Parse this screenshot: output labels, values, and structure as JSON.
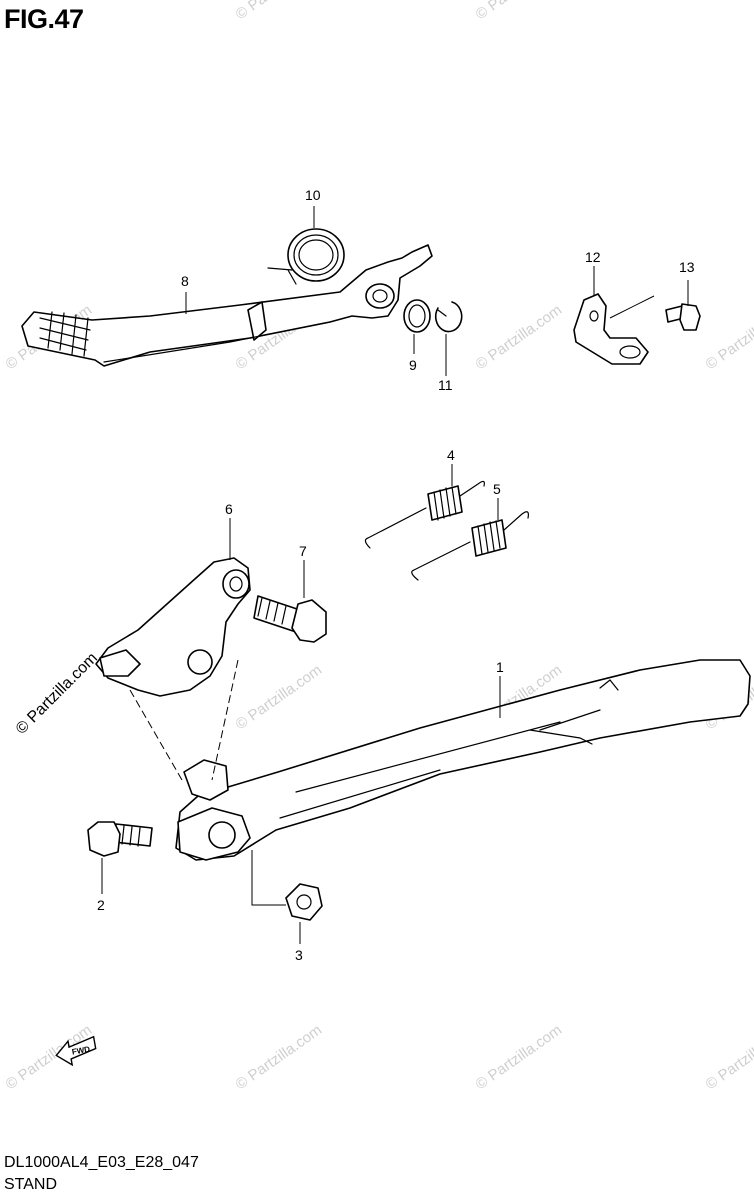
{
  "figure_title": "FIG.47",
  "diagram_code": "DL1000AL4_E03_E28_047",
  "diagram_subtitle": "STAND",
  "watermark_text": "© Partzilla.com",
  "fwd_label": "FWD",
  "callouts": {
    "p1": "1",
    "p2": "2",
    "p3": "3",
    "p4": "4",
    "p5": "5",
    "p6": "6",
    "p7": "7",
    "p8": "8",
    "p9": "9",
    "p10": "10",
    "p11": "11",
    "p12": "12",
    "p13": "13"
  },
  "colors": {
    "line": "#000000",
    "watermark": "#cfcfcf",
    "background": "#ffffff"
  }
}
